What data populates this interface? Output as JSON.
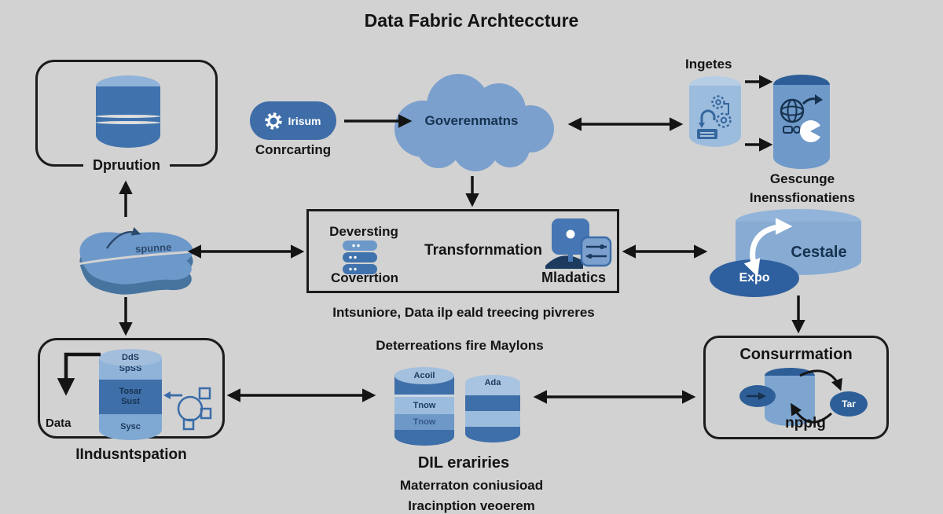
{
  "title": "Data Fabric Archteccture",
  "colors": {
    "background": "#d2d2d2",
    "blue_primary": "#4677b4",
    "blue_dark": "#2d5e97",
    "blue_light": "#9cbcdd",
    "blue_cloud": "#7ba0cd",
    "text_navy": "#16324f",
    "arrow_black": "#141414"
  },
  "source": {
    "label": "Dpruution"
  },
  "connector": {
    "pill_label": "Irisum",
    "caption": "Conrcarting"
  },
  "governance_cloud": {
    "label": "Goverenmatns"
  },
  "ingest": {
    "title": "Ingetes",
    "caption_line1": "Gescunge",
    "caption_line2": "Inenssfionatiens"
  },
  "transform": {
    "left_top": "Deversting",
    "left_bottom": "Coverrtion",
    "center": "Transfornmation",
    "right": "Mladatics",
    "subtitle1": "Intsuniore, Data ilp eald treecing pivreres",
    "subtitle2": "Deterreations fire Maylons"
  },
  "integration": {
    "label": "spunne"
  },
  "storage": {
    "cylinder_label": "Cestale",
    "export_label": "Expo"
  },
  "ingestion": {
    "arrow_label": "Data",
    "bands": [
      "DdS",
      "SpSS",
      "Tosar",
      "Sust",
      "Sysc"
    ],
    "label": "IIndusntspation"
  },
  "libraries": {
    "cyl1_top": "Acoil",
    "cyl1_mid": "Tnow",
    "cyl1_low": "Tnow",
    "cyl2_top": "Ada",
    "label": "DIL erariries",
    "caption_line1": "Materraton coniusioad",
    "caption_line2": "Iracinption veoerem"
  },
  "consumption": {
    "title": "Consurrmation",
    "target_label": "Tar",
    "caption": "npplg"
  }
}
